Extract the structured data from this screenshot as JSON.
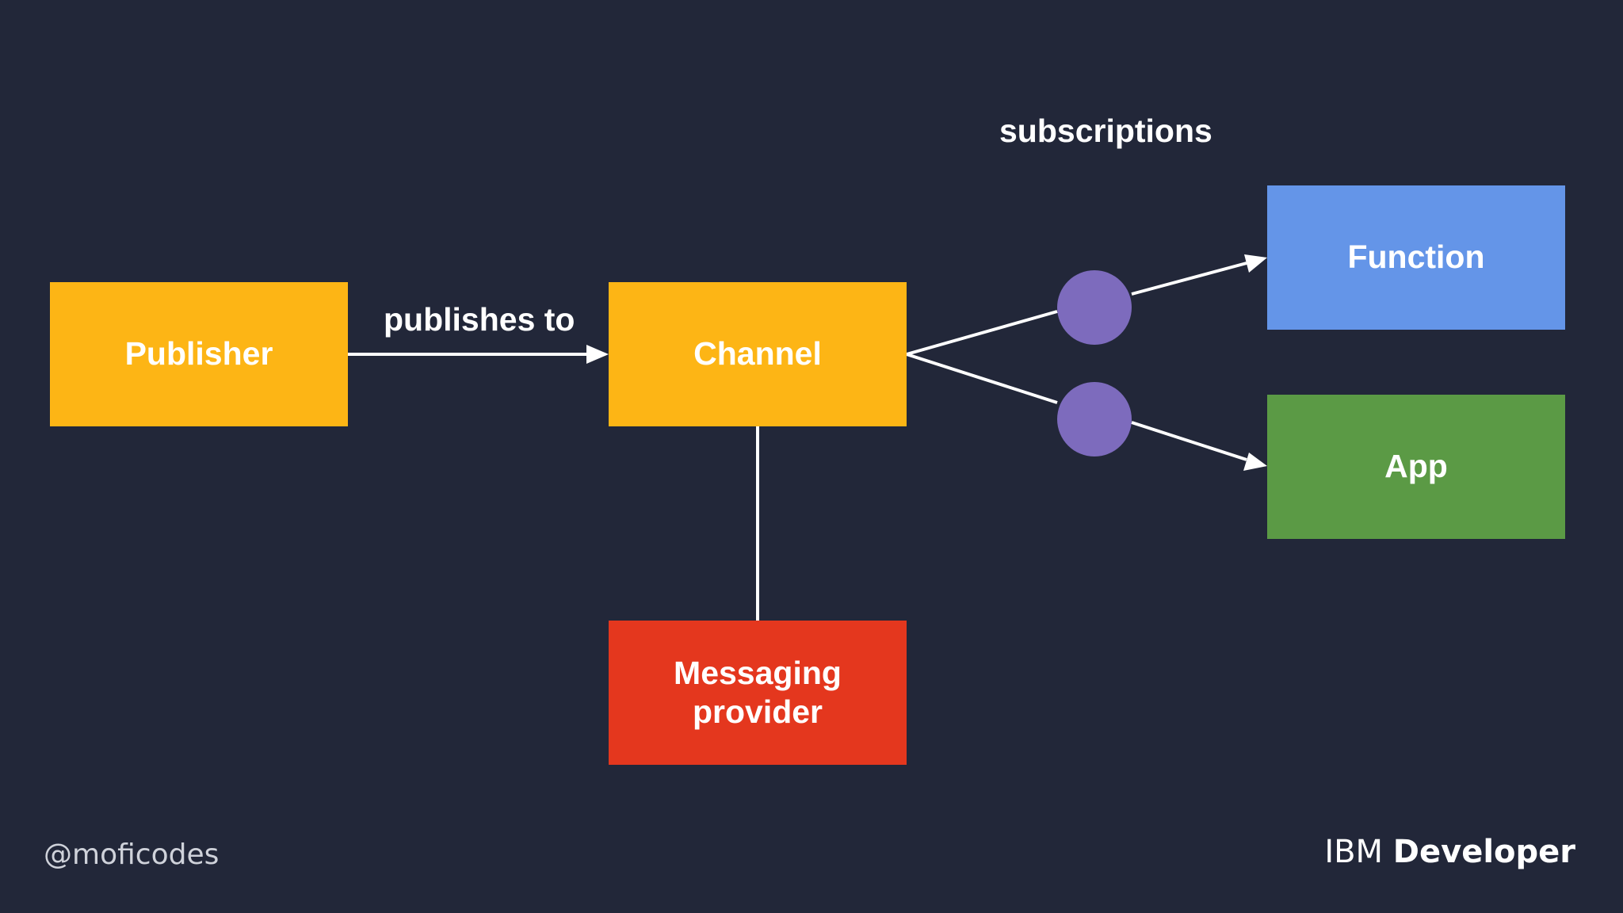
{
  "diagram": {
    "nodes": {
      "publisher": {
        "label": "Publisher",
        "color": "#FDB515"
      },
      "channel": {
        "label": "Channel",
        "color": "#FDB515"
      },
      "provider": {
        "label_line1": "Messaging",
        "label_line2": "provider",
        "color": "#E4371E"
      },
      "function": {
        "label": "Function",
        "color": "#6495E8"
      },
      "app": {
        "label": "App",
        "color": "#5B9A45"
      }
    },
    "edges": {
      "publishes_label": "publishes to",
      "subscriptions_label": "subscriptions"
    },
    "subscription_color": "#7D6BBD",
    "line_color": "#FFFFFF"
  },
  "footer": {
    "handle": "@moficodes",
    "brand_prefix": "IBM",
    "brand_bold": "Developer"
  },
  "colors": {
    "background": "#222739",
    "text": "#FFFFFF"
  }
}
